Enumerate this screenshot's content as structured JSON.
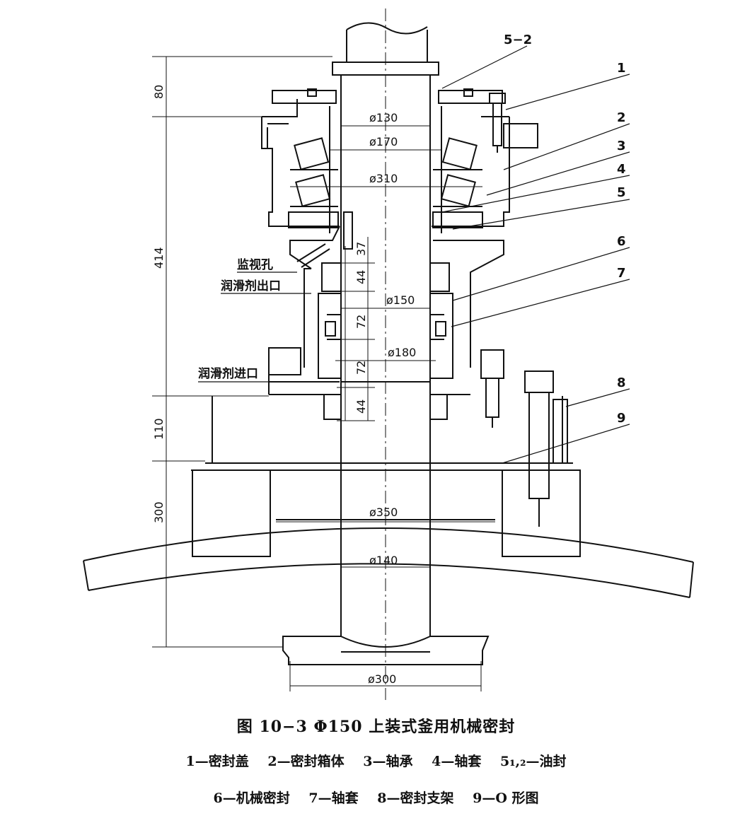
{
  "figure": {
    "title": "图 10−3   Φ150 上装式釜用机械密封",
    "legend_row1": [
      "1—密封盖",
      "2—密封箱体",
      "3—轴承",
      "4—轴套",
      "5₁,₂—油封"
    ],
    "legend_row2": [
      "6—机械密封",
      "7—轴套",
      "8—密封支架",
      "9—O 形图"
    ]
  },
  "callouts": [
    "5−2",
    "1",
    "2",
    "3",
    "4",
    "5",
    "6",
    "7",
    "8",
    "9"
  ],
  "side_labels": {
    "sight_hole": "监视孔",
    "lube_outlet": "润滑剂出口",
    "lube_inlet": "润滑剂进口"
  },
  "diameters": {
    "d130": "ø130",
    "d170": "ø170",
    "d310": "ø310",
    "d150": "ø150",
    "d180": "ø180",
    "d350": "ø350",
    "d140": "ø140",
    "d300": "ø300"
  },
  "dimensions": {
    "v80": "80",
    "v414": "414",
    "v110": "110",
    "v300": "300",
    "v37": "37",
    "v44a": "44",
    "v72a": "72",
    "v72b": "72",
    "v44b": "44"
  }
}
